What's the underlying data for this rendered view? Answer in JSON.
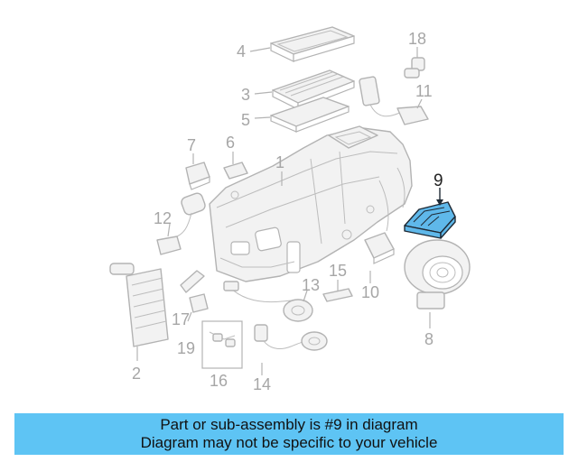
{
  "callouts": {
    "c1": "1",
    "c2": "2",
    "c3": "3",
    "c4": "4",
    "c5": "5",
    "c6": "6",
    "c7": "7",
    "c8": "8",
    "c9": "9",
    "c10": "10",
    "c11": "11",
    "c12": "12",
    "c13": "13",
    "c14": "14",
    "c15": "15",
    "c16": "16",
    "c17": "17",
    "c18": "18",
    "c19": "19"
  },
  "highlighted_part": "9",
  "colors": {
    "highlight_fill": "#5fb8ea",
    "banner_background": "#5ec4f4",
    "line_gray": "#b3b3b3"
  },
  "banner": {
    "line1": "Part or sub-assembly is #9 in diagram",
    "line2": "Diagram may not be specific to your vehicle"
  }
}
